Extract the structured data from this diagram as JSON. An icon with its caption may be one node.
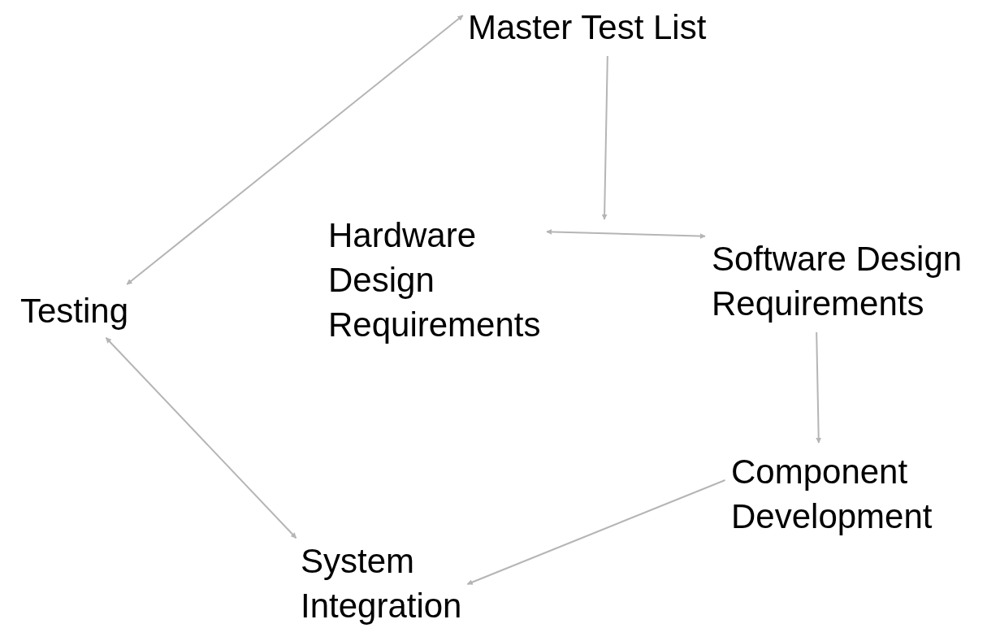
{
  "diagram": {
    "nodes": [
      {
        "text": [
          "Master Test List"
        ]
      },
      {
        "text": [
          "Hardware Design Requirements"
        ]
      },
      {
        "text": [
          "Software Design Requirements"
        ]
      },
      {
        "text": [
          "Testing"
        ]
      },
      {
        "text": [
          "Component Development"
        ]
      },
      {
        "text": [
          "System Integration"
        ]
      }
    ],
    "edges": [
      {
        "from": 0,
        "to": null,
        "arrow": "to"
      },
      {
        "from": 1,
        "to": 2,
        "arrow": "both"
      },
      {
        "from": 3,
        "to": 0,
        "arrow": "both"
      },
      {
        "from": 2,
        "to": 4,
        "arrow": "to"
      },
      {
        "from": 4,
        "to": 5,
        "arrow": "to"
      },
      {
        "from": 3,
        "to": 5,
        "arrow": "both"
      }
    ]
  }
}
